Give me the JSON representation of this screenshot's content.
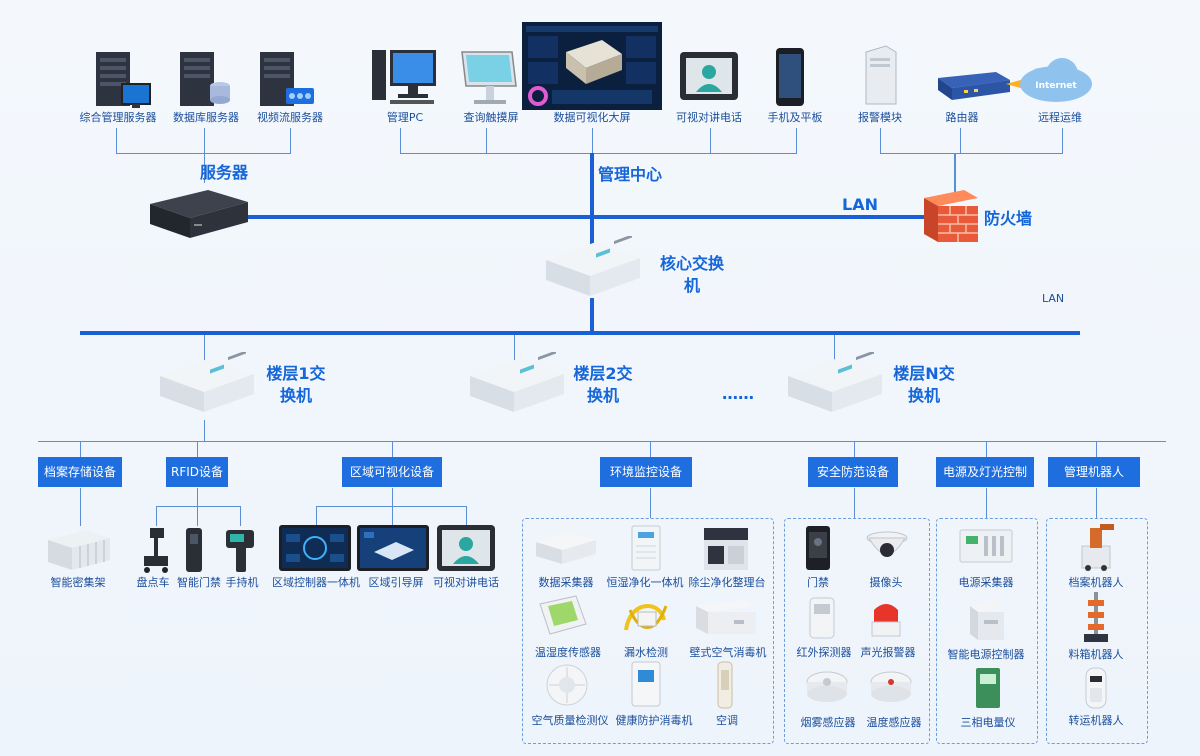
{
  "top": {
    "servers": [
      {
        "label": "综合管理服务器",
        "icon": "server-tower-icon"
      },
      {
        "label": "数据库服务器",
        "icon": "database-server-icon"
      },
      {
        "label": "视频流服务器",
        "icon": "video-server-icon"
      }
    ],
    "mgmt": [
      {
        "label": "管理PC",
        "icon": "desktop-pc-icon"
      },
      {
        "label": "查询触摸屏",
        "icon": "touch-kiosk-icon"
      },
      {
        "label": "数据可视化大屏",
        "icon": "dashboard-screen-icon"
      },
      {
        "label": "可视对讲电话",
        "icon": "video-intercom-icon"
      },
      {
        "label": "手机及平板",
        "icon": "mobile-phone-icon"
      }
    ],
    "remote": [
      {
        "label": "报警模块",
        "icon": "alarm-module-icon"
      },
      {
        "label": "路由器",
        "icon": "router-icon"
      },
      {
        "label": "远程运维",
        "icon": "internet-cloud-icon"
      }
    ],
    "cloud_text": "Internet"
  },
  "nodes": {
    "server_group": "服务器",
    "mgmt_center": "管理中心",
    "firewall": "防火墙",
    "lan_top": "LAN",
    "lan_side": "LAN",
    "core_switch_l1": "核心交换",
    "core_switch_l2": "机"
  },
  "floors": [
    {
      "l1": "楼层1交",
      "l2": "换机"
    },
    {
      "l1": "楼层2交",
      "l2": "换机"
    },
    {
      "l1": "楼层N交",
      "l2": "换机"
    }
  ],
  "ellipsis": "……",
  "categories": [
    "档案存储设备",
    "RFID设备",
    "区域可视化设备",
    "环境监控设备",
    "安全防范设备",
    "电源及灯光控制",
    "管理机器人"
  ],
  "devices": {
    "archive": [
      {
        "label": "智能密集架",
        "icon": "compact-shelf-icon"
      }
    ],
    "rfid": [
      {
        "label": "盘点车",
        "icon": "inventory-cart-icon"
      },
      {
        "label": "智能门禁",
        "icon": "smart-gate-icon"
      },
      {
        "label": "手持机",
        "icon": "handheld-reader-icon"
      }
    ],
    "visual": [
      {
        "label": "区域控制器一体机",
        "icon": "area-controller-icon"
      },
      {
        "label": "区域引导屏",
        "icon": "guide-screen-icon"
      },
      {
        "label": "可视对讲电话",
        "icon": "video-intercom-icon"
      }
    ],
    "env": [
      {
        "label": "数据采集器",
        "icon": "data-collector-icon"
      },
      {
        "label": "恒湿净化一体机",
        "icon": "humidifier-icon"
      },
      {
        "label": "除尘净化整理台",
        "icon": "dust-cleaning-table-icon"
      },
      {
        "label": "温湿度传感器",
        "icon": "temp-humidity-sensor-icon"
      },
      {
        "label": "漏水检测",
        "icon": "water-leak-detector-icon"
      },
      {
        "label": "壁式空气消毒机",
        "icon": "wall-air-sterilizer-icon"
      },
      {
        "label": "空气质量检测仪",
        "icon": "air-quality-monitor-icon"
      },
      {
        "label": "健康防护消毒机",
        "icon": "disinfection-machine-icon"
      },
      {
        "label": "空调",
        "icon": "air-conditioner-icon"
      }
    ],
    "security": [
      {
        "label": "门禁",
        "icon": "access-control-icon"
      },
      {
        "label": "摄像头",
        "icon": "camera-icon"
      },
      {
        "label": "红外探测器",
        "icon": "infrared-detector-icon"
      },
      {
        "label": "声光报警器",
        "icon": "siren-icon"
      },
      {
        "label": "烟雾感应器",
        "icon": "smoke-sensor-icon"
      },
      {
        "label": "温度感应器",
        "icon": "temperature-sensor-icon"
      }
    ],
    "power": [
      {
        "label": "电源采集器",
        "icon": "power-collector-icon"
      },
      {
        "label": "智能电源控制器",
        "icon": "power-controller-icon"
      },
      {
        "label": "三相电量仪",
        "icon": "power-meter-icon"
      }
    ],
    "robots": [
      {
        "label": "档案机器人",
        "icon": "archive-robot-icon"
      },
      {
        "label": "料箱机器人",
        "icon": "bin-robot-icon"
      },
      {
        "label": "转运机器人",
        "icon": "transport-robot-icon"
      }
    ]
  }
}
